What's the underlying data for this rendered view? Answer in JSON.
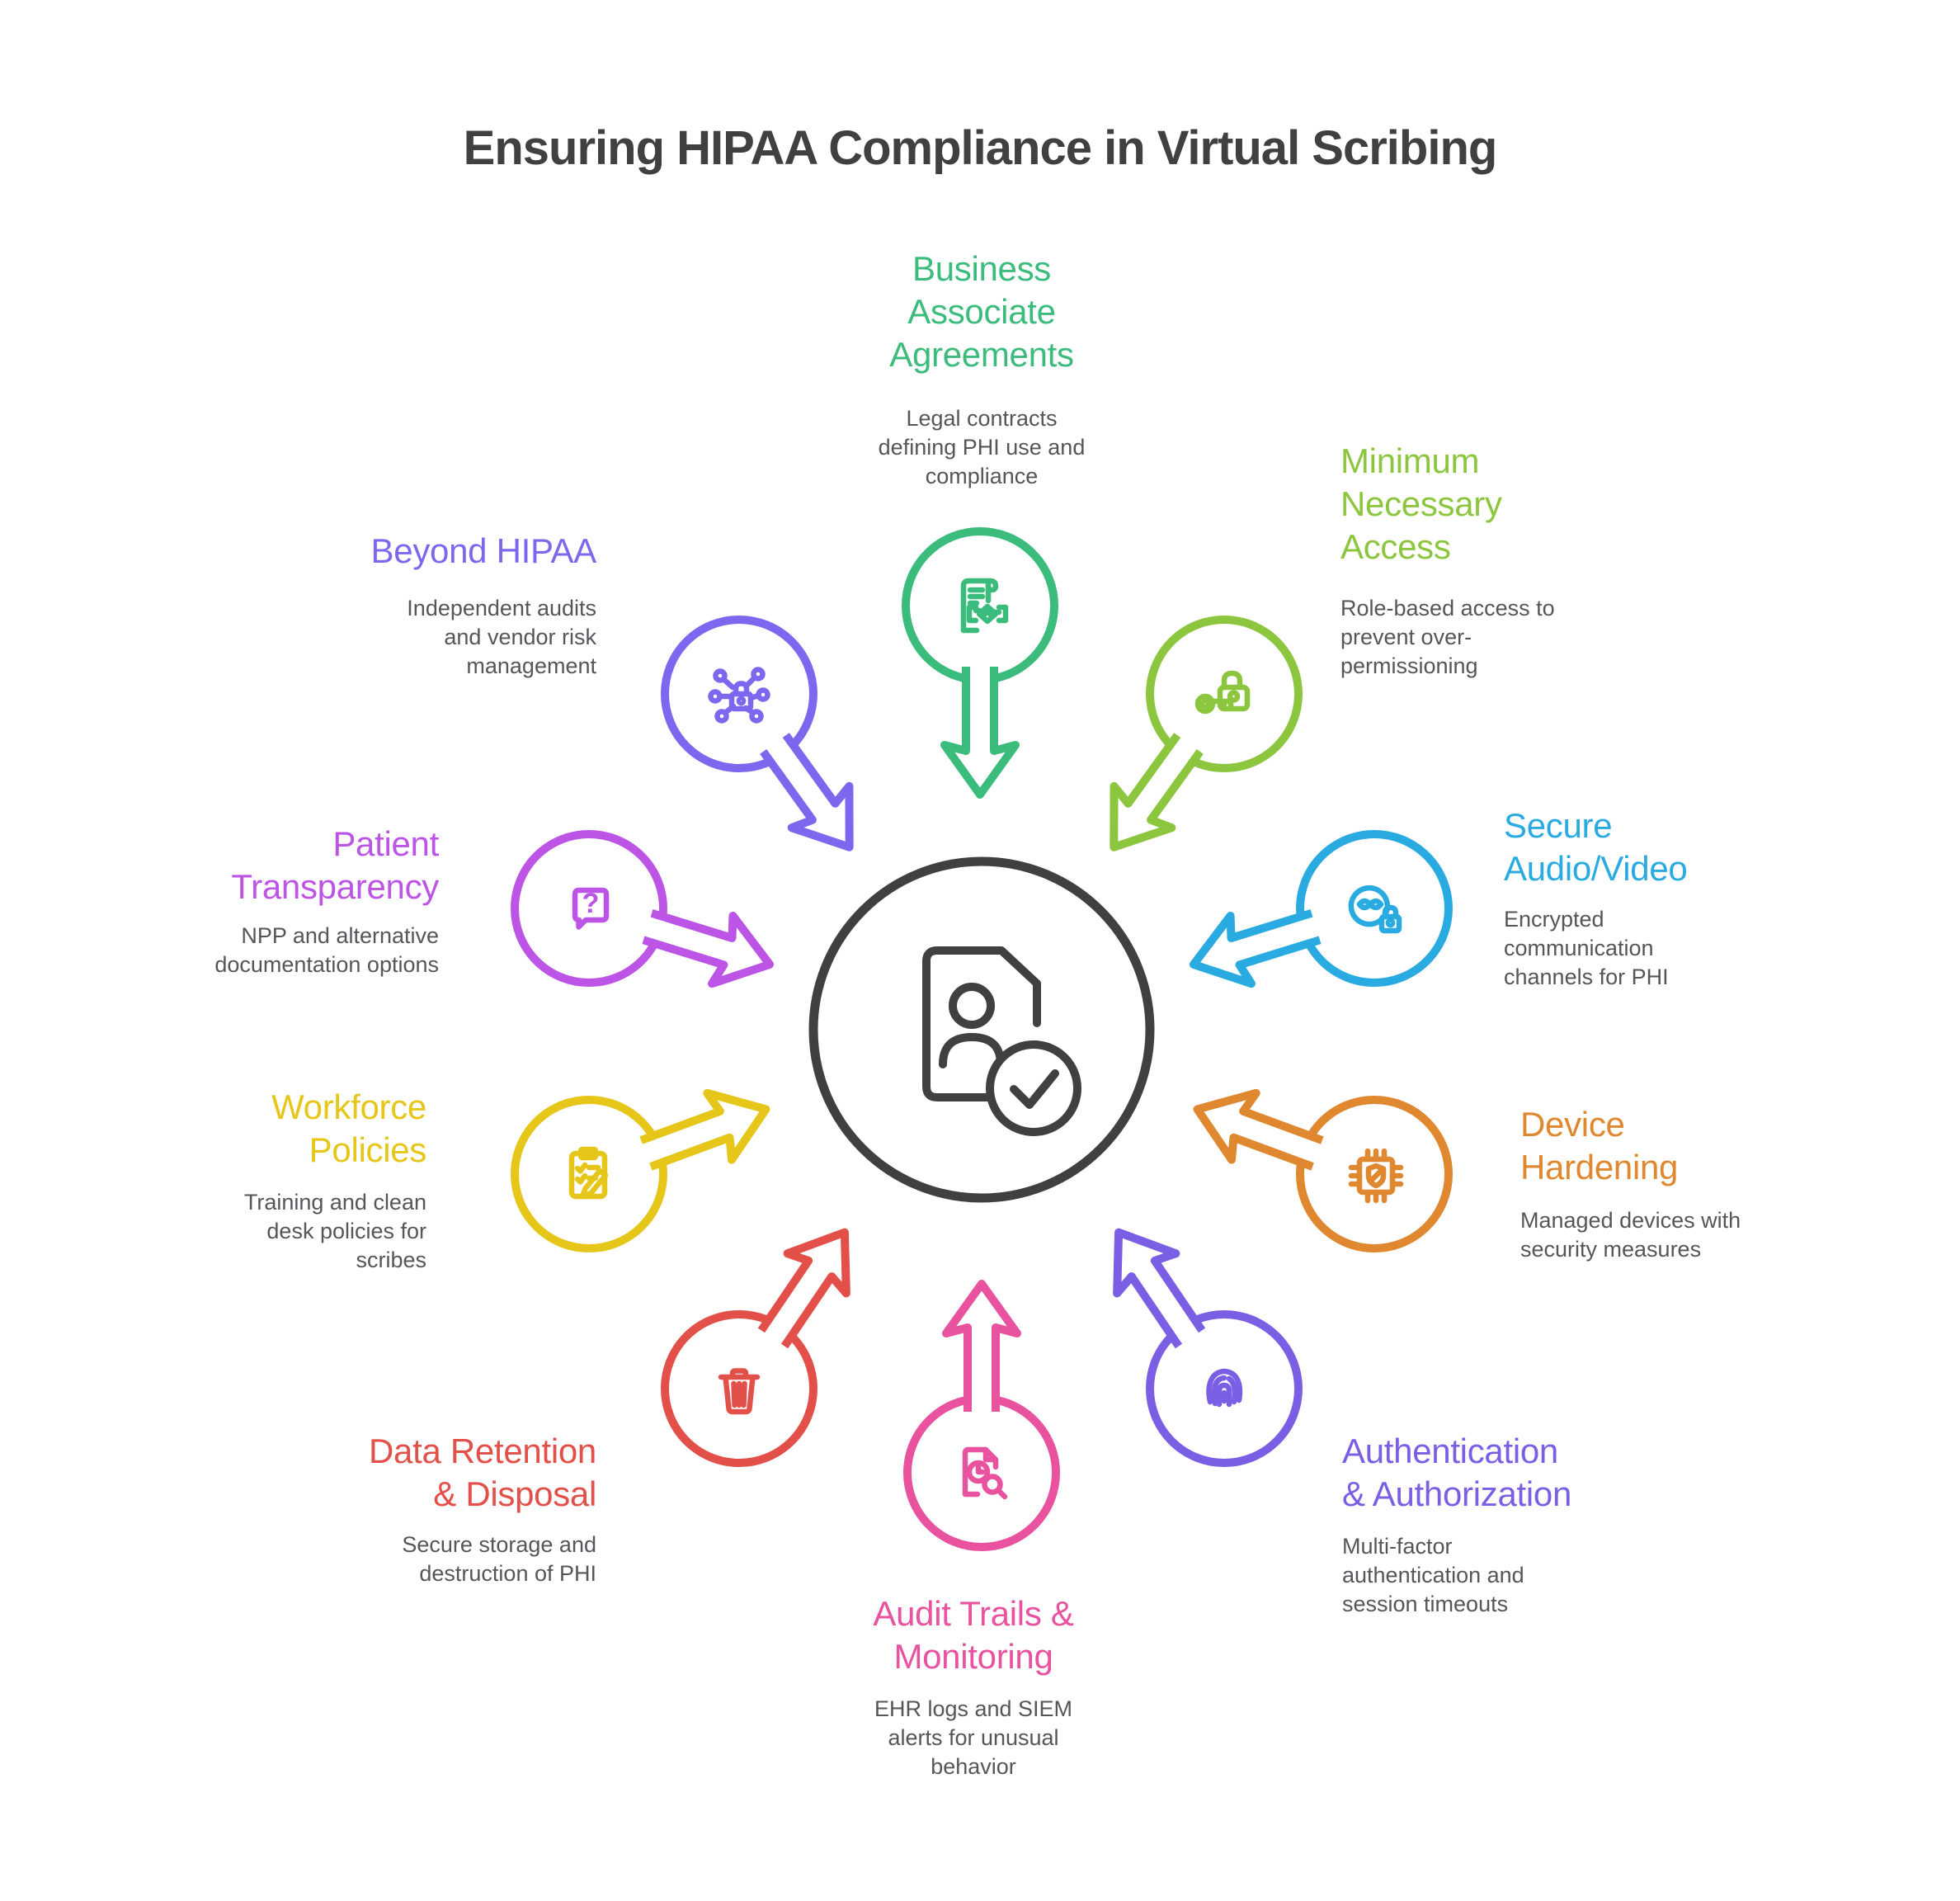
{
  "title": "Ensuring HIPAA Compliance in Virtual Scribing",
  "center": {
    "icon": "patient-record-check-icon"
  },
  "colors": {
    "title": "#404042",
    "description": "#55565A",
    "center": "#404042",
    "background": "#FFFFFF"
  },
  "spokes": [
    {
      "id": "business-associate-agreements",
      "title": "Business\nAssociate\nAgreements",
      "description": "Legal contracts\ndefining PHI use and\ncompliance",
      "color": "#3CBC7C",
      "icon": "contract-handshake-icon"
    },
    {
      "id": "minimum-necessary-access",
      "title": "Minimum\nNecessary\nAccess",
      "description": "Role-based access to\nprevent over-\npermissioning",
      "color": "#8CC63F",
      "icon": "key-lock-icon"
    },
    {
      "id": "secure-audio-video",
      "title": "Secure\nAudio/Video",
      "description": "Encrypted\ncommunication\nchannels for PHI",
      "color": "#29ABE2",
      "icon": "audio-wave-lock-icon"
    },
    {
      "id": "device-hardening",
      "title": "Device\nHardening",
      "description": "Managed devices with\nsecurity measures",
      "color": "#E0882F",
      "icon": "chip-shield-icon"
    },
    {
      "id": "authentication-authorization",
      "title": "Authentication\n& Authorization",
      "description": "Multi-factor\nauthentication and\nsession timeouts",
      "color": "#7A5FE5",
      "icon": "fingerprint-icon"
    },
    {
      "id": "audit-trails-monitoring",
      "title": "Audit Trails &\nMonitoring",
      "description": "EHR logs and SIEM\nalerts for unusual\nbehavior",
      "color": "#E8529F",
      "icon": "audit-log-magnifier-icon"
    },
    {
      "id": "data-retention-disposal",
      "title": "Data Retention\n& Disposal",
      "description": "Secure storage and\ndestruction of PHI",
      "color": "#E25049",
      "icon": "trash-icon"
    },
    {
      "id": "workforce-policies",
      "title": "Workforce\nPolicies",
      "description": "Training and clean\ndesk policies for\nscribes",
      "color": "#E6C619",
      "icon": "clipboard-pencil-icon"
    },
    {
      "id": "patient-transparency",
      "title": "Patient\nTransparency",
      "description": "NPP and alternative\ndocumentation options",
      "color": "#BC54E6",
      "icon": "question-bubble-icon"
    },
    {
      "id": "beyond-hipaa",
      "title": "Beyond HIPAA",
      "description": "Independent audits\nand vendor risk\nmanagement",
      "color": "#7B68EE",
      "icon": "network-lock-icon"
    }
  ]
}
